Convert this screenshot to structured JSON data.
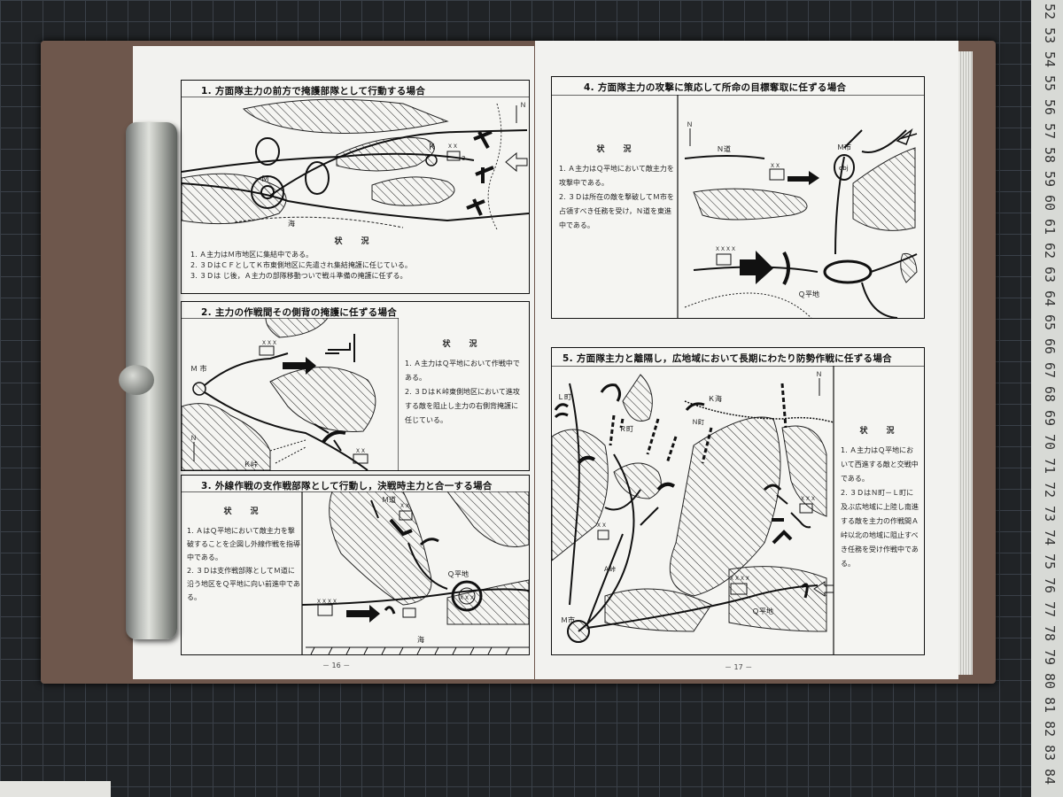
{
  "ruler": {
    "numbers": [
      "52",
      "53",
      "54",
      "55",
      "56",
      "57",
      "58",
      "59",
      "60",
      "61",
      "62",
      "63",
      "64",
      "65",
      "66",
      "67",
      "68",
      "69",
      "70",
      "71",
      "72",
      "73",
      "74",
      "75",
      "76",
      "77",
      "78",
      "79",
      "80",
      "81",
      "82",
      "83",
      "84"
    ]
  },
  "left_page": {
    "page_number": "－ 16 －",
    "section1": {
      "title": "1. 方面隊主力の前方で掩護部隊として行動する場合",
      "heading": "状　況",
      "items": [
        "1. Ａ主力はＭ市地区に集結中である。",
        "2. ３ＤはＣＦとしてＫ市東側地区に先遣され集結掩護に任じている。",
        "3. ３Ｄは じ後，Ａ主力の部隊移動ついで戦斗準備の掩護に任ずる。"
      ],
      "map_labels": {
        "m": "Ｍ",
        "k": "Ｋ",
        "sea": "海",
        "n": "Ｎ",
        "unit": "ＸＸ",
        "three": "3"
      }
    },
    "section2": {
      "title": "2. 主力の作戦間その側背の掩護に任ずる場合",
      "heading": "状　況",
      "items": [
        "1. Ａ主力はＱ平地において作戦中である。",
        "2. ３ＤはＫ峠東側地区において進攻する敵を阻止し主力の右側背掩護に任じている。"
      ],
      "map_labels": {
        "m_city": "Ｍ 市",
        "k_pass": "Ｋ峠",
        "n": "Ｎ",
        "xxx": "ＸＸＸ",
        "xx": "ＸＸ"
      }
    },
    "section3": {
      "title": "3. 外線作戦の支作戦部隊として行動し，決戦時主力と合一する場合",
      "heading": "状　況",
      "items": [
        "1. ＡはＱ平地において敵主力を撃破することを企図し外線作戦を指導中である。",
        "2. ３Ｄは支作戦部隊としてＭ道に沿う地区をＱ平地に向い前進中である。"
      ],
      "map_labels": {
        "m_road": "Ｍ道",
        "q_plain": "Ｑ平地",
        "sea": "海",
        "xxxx": "ＸＸＸＸ",
        "xx": "ＸＸ",
        "xxx": "ＸＸＸ"
      }
    }
  },
  "right_page": {
    "page_number": "－ 17 －",
    "section4": {
      "title": "4. 方面隊主力の攻撃に策応して所命の目標奪取に任ずる場合",
      "heading": "状　況",
      "items": [
        "1. Ａ主力はＱ平地において敵主力を攻撃中である。",
        "2. ３Ｄは所在の敵を撃破してＭ市を占領すべき任務を受け，Ｎ道を東進中である。"
      ],
      "map_labels": {
        "m_city": "Ｍ市",
        "n_road": "Ｎ道",
        "q_plain": "Ｑ平地",
        "n": "Ｎ",
        "obj": "obj",
        "xxxx": "ＸＸＸＸ",
        "xx": "ＸＸ"
      }
    },
    "section5": {
      "title": "5. 方面隊主力と離隔し，広地域において長期にわたり防勢作戦に任ずる場合",
      "heading": "状　況",
      "items": [
        "1. Ａ主力はＱ平地において西進する敵と交戦中である。",
        "2. ３ＤはＮ町－Ｌ町に及ぶ広地域に上陸し南進する敵を主力の作戦間Ａ峠以北の地域に阻止すべき任務を受け作戦中である。"
      ],
      "map_labels": {
        "l_town": "Ｌ町",
        "k_sea": "Ｋ海",
        "r_town": "Ｒ町",
        "n_town": "Ｎ町",
        "a_pass": "Ａ峠",
        "q_plain": "Ｑ平地",
        "m_city": "Ｍ市",
        "n": "Ｎ",
        "xxxx": "ＸＸＸＸ",
        "xxx": "ＸＸＸ",
        "xx": "ＸＸ"
      }
    }
  }
}
